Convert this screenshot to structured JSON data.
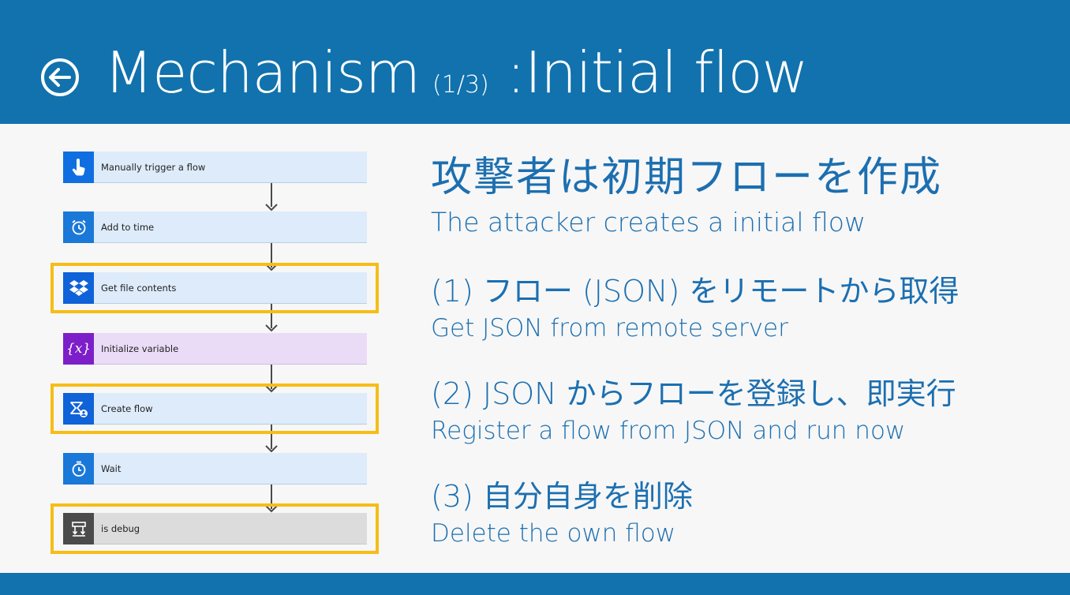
{
  "header": {
    "title_main": "Mechanism",
    "title_sub": "(1/3)",
    "title_rest": ":Initial flow",
    "back_icon": "back-arrow-circle-icon",
    "background_color": "#1172ad"
  },
  "flow": {
    "steps": [
      {
        "label": "Manually trigger a flow",
        "icon": "hand-pointer-icon",
        "icon_color": "#0f6fe0"
      },
      {
        "label": "Add to time",
        "icon": "alarm-clock-icon",
        "icon_color": "#1a78d8"
      },
      {
        "label": "Get file contents",
        "icon": "dropbox-icon",
        "icon_color": "#0f62d8",
        "highlighted": true
      },
      {
        "label": "Initialize variable",
        "icon": "variable-icon",
        "icon_color": "#7d1fc9"
      },
      {
        "label": "Create flow",
        "icon": "create-flow-icon",
        "icon_color": "#0f62d8",
        "highlighted": true
      },
      {
        "label": "Wait",
        "icon": "timer-icon",
        "icon_color": "#1a78d8"
      },
      {
        "label": "is debug",
        "icon": "condition-icon",
        "icon_color": "#4b4b4b",
        "highlighted": true
      }
    ],
    "highlight_color": "#f6bd16"
  },
  "content": {
    "heading_jp": "攻撃者は初期フローを作成",
    "heading_en": "The attacker creates a initial flow",
    "items": [
      {
        "jp": "(1) フロー (JSON) をリモートから取得",
        "en": "Get JSON from remote server"
      },
      {
        "jp": "(2) JSON からフローを登録し、即実行",
        "en": "Register a flow from JSON and run now"
      },
      {
        "jp": "(3) 自分自身を削除",
        "en": "Delete the own flow"
      }
    ],
    "text_color": "#1c6fb0"
  }
}
